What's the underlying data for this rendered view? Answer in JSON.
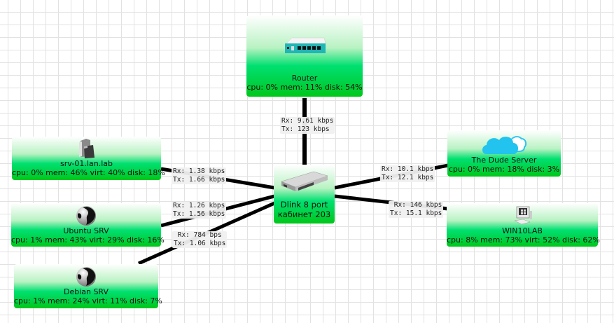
{
  "map": {
    "nodes": {
      "router": {
        "name": "Router",
        "stats": "cpu: 0% mem: 11% disk: 54%",
        "icon": "router-icon"
      },
      "srv01": {
        "name": "srv-01.lan.lab",
        "stats": "cpu: 0% mem: 46% virt: 40% disk: 18%",
        "icon": "server-icon"
      },
      "ubuntu": {
        "name": "Ubuntu SRV",
        "stats": "cpu: 1% mem: 43% virt: 29% disk: 16%",
        "icon": "globe-icon"
      },
      "debian": {
        "name": "Debian SRV",
        "stats": "cpu: 1% mem: 24% virt: 11% disk: 7%",
        "icon": "globe-icon"
      },
      "dlink": {
        "name": "Dlink 8 port",
        "stats": "кабинет 203",
        "icon": "switch-icon"
      },
      "dude": {
        "name": "The Dude Server",
        "stats": "cpu: 0% mem: 18% disk: 3%",
        "icon": "cloud-icon"
      },
      "win10": {
        "name": "WIN10LAB",
        "stats": "cpu: 8% mem: 73% virt: 52% disk: 62%",
        "icon": "computer-icon"
      }
    },
    "links": {
      "router": {
        "rx": "Rx: 9.61 kbps",
        "tx": "Tx: 123 kbps"
      },
      "srv01": {
        "rx": "Rx: 1.38 kbps",
        "tx": "Tx: 1.66 kbps"
      },
      "ubuntu": {
        "rx": "Rx: 1.26 kbps",
        "tx": "Tx: 1.56 kbps"
      },
      "debian": {
        "rx": "Rx: 784 bps",
        "tx": "Tx: 1.06 kbps"
      },
      "dude": {
        "rx": "Rx: 10.1 kbps",
        "tx": "Tx: 12.1 kbps"
      },
      "win10": {
        "rx": "Rx: 146 kbps",
        "tx": "Tx: 15.1 kbps"
      }
    },
    "colors": {
      "node_green": "#00d040",
      "link": "#000000",
      "grid": "#e2e2e2"
    }
  }
}
